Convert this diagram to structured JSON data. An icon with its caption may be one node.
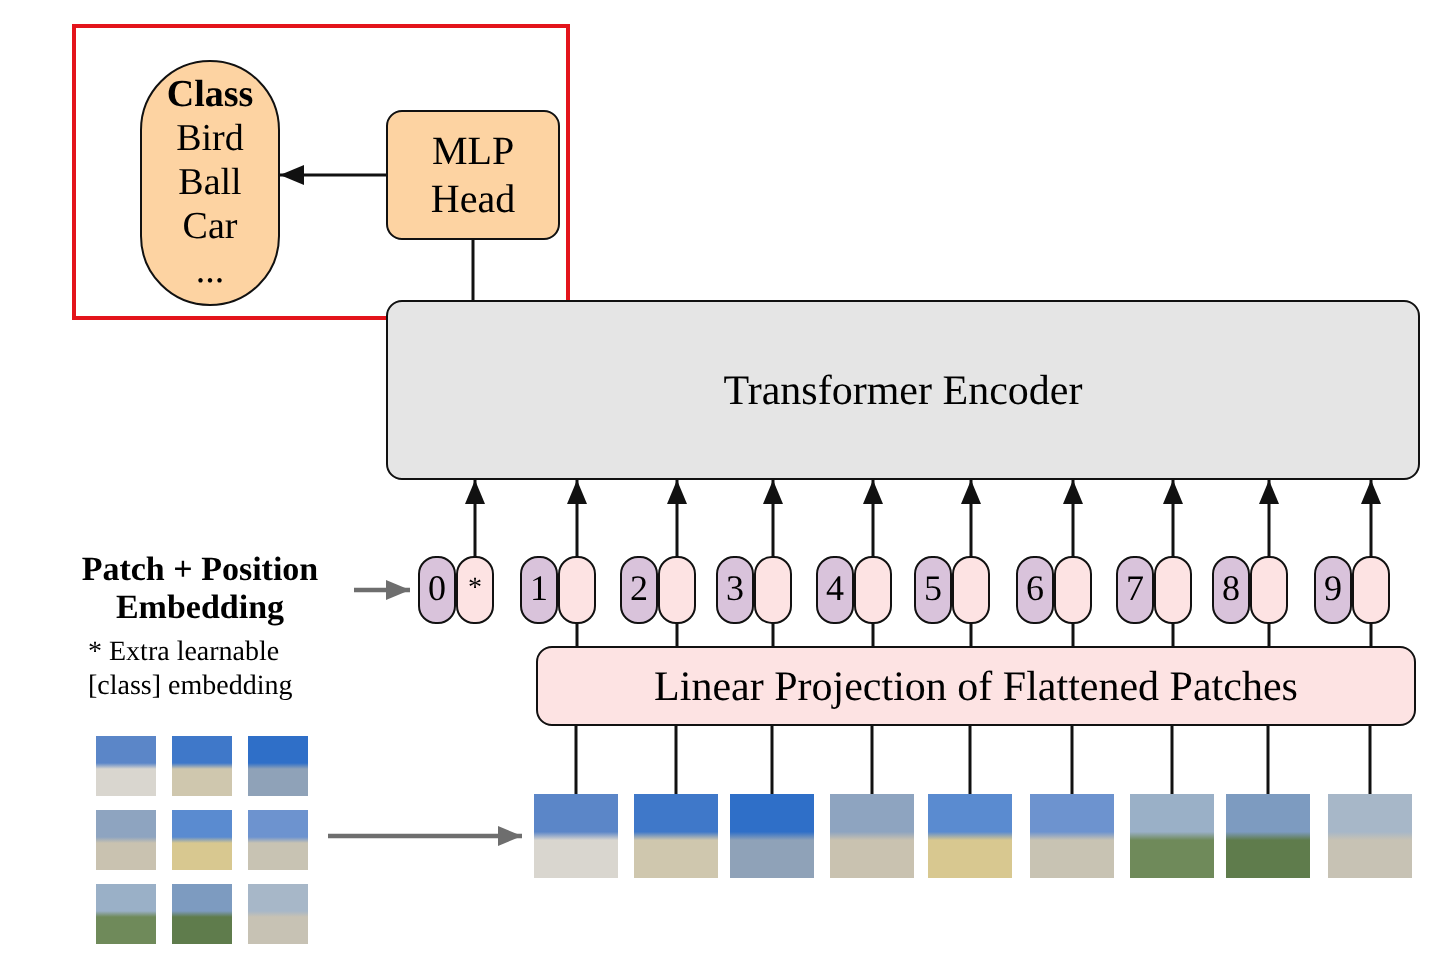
{
  "diagram": {
    "nodes": [
      {
        "text": [],
        "shape": "box"
      },
      {
        "text": [
          "Class",
          "Bird Ball Car ..."
        ],
        "in": 0
      },
      {
        "text": [
          "MLP Head"
        ],
        "in": 0
      },
      {
        "text": [
          "Transformer Encoder"
        ]
      },
      {
        "text": [
          "Patch + Position Embedding"
        ]
      },
      {
        "text": [
          "0",
          "*"
        ]
      },
      {
        "text": [
          "1"
        ]
      },
      {
        "text": [
          "2"
        ]
      },
      {
        "text": [
          "3"
        ]
      },
      {
        "text": [
          "4"
        ]
      },
      {
        "text": [
          "5"
        ]
      },
      {
        "text": [
          "6"
        ]
      },
      {
        "text": [
          "7"
        ]
      },
      {
        "text": [
          "8"
        ]
      },
      {
        "text": [
          "9"
        ]
      },
      {
        "text": [
          "Linear Projection of Flattened Patches"
        ]
      },
      {
        "text": [],
        "shape": "picture"
      },
      {
        "text": [],
        "shape": "picture"
      },
      {
        "text": [],
        "shape": "picture"
      },
      {
        "text": [],
        "shape": "picture"
      },
      {
        "text": [],
        "shape": "picture"
      },
      {
        "text": [],
        "shape": "picture"
      },
      {
        "text": [],
        "shape": "picture"
      },
      {
        "text": [],
        "shape": "picture"
      },
      {
        "text": [],
        "shape": "picture"
      },
      {
        "text": [],
        "shape": "picture"
      }
    ],
    "edges": [
      {
        "from": 2,
        "to": 1,
        "arrow": "to"
      },
      {
        "from": 3,
        "to": 2,
        "arrow": "none"
      },
      {
        "from": 5,
        "to": 3,
        "arrow": "to"
      },
      {
        "from": 6,
        "to": 3,
        "arrow": "to"
      },
      {
        "from": 7,
        "to": 3,
        "arrow": "to"
      },
      {
        "from": 8,
        "to": 3,
        "arrow": "to"
      },
      {
        "from": 9,
        "to": 3,
        "arrow": "to"
      },
      {
        "from": 10,
        "to": 3,
        "arrow": "to"
      },
      {
        "from": 11,
        "to": 3,
        "arrow": "to"
      },
      {
        "from": 12,
        "to": 3,
        "arrow": "to"
      },
      {
        "from": 13,
        "to": 3,
        "arrow": "to"
      },
      {
        "from": 14,
        "to": 3,
        "arrow": "to"
      },
      {
        "from": 4,
        "to": 5,
        "arrow": "to",
        "color": "#6e6e6e"
      },
      {
        "from": 15,
        "to": 6,
        "arrow": "none"
      },
      {
        "from": 15,
        "to": 7,
        "arrow": "none"
      },
      {
        "from": 15,
        "to": 8,
        "arrow": "none"
      },
      {
        "from": 15,
        "to": 9,
        "arrow": "none"
      },
      {
        "from": 15,
        "to": 10,
        "arrow": "none"
      },
      {
        "from": 15,
        "to": 11,
        "arrow": "none"
      },
      {
        "from": 15,
        "to": 12,
        "arrow": "none"
      },
      {
        "from": 15,
        "to": 13,
        "arrow": "none"
      },
      {
        "from": 15,
        "to": 14,
        "arrow": "none"
      },
      {
        "from": 17,
        "to": 15,
        "arrow": "none"
      },
      {
        "from": 18,
        "to": 15,
        "arrow": "none"
      },
      {
        "from": 19,
        "to": 15,
        "arrow": "none"
      },
      {
        "from": 20,
        "to": 15,
        "arrow": "none"
      },
      {
        "from": 21,
        "to": 15,
        "arrow": "none"
      },
      {
        "from": 22,
        "to": 15,
        "arrow": "none"
      },
      {
        "from": 23,
        "to": 15,
        "arrow": "none"
      },
      {
        "from": 24,
        "to": 15,
        "arrow": "none"
      },
      {
        "from": 25,
        "to": 15,
        "arrow": "none"
      },
      {
        "from": 16,
        "to": 17,
        "arrow": "to",
        "color": "#6e6e6e"
      }
    ],
    "labels": [
      "* Extra learnable [class] embedding"
    ]
  }
}
